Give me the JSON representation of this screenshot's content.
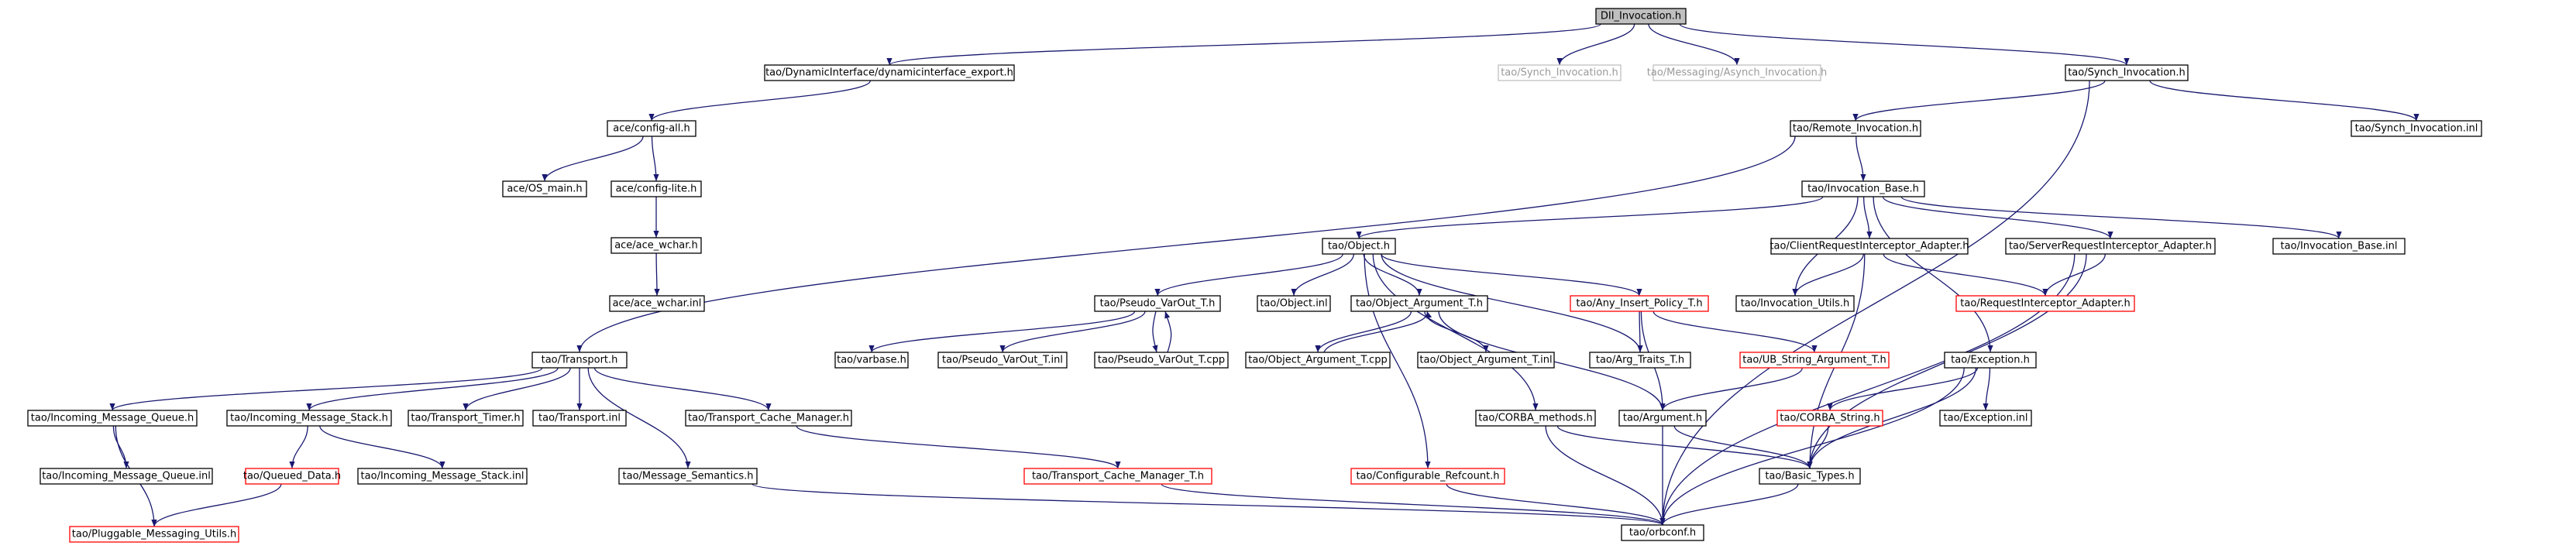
{
  "colors": {
    "edge": "#191970",
    "node_border": "#000000",
    "missing_border": "#ff0000",
    "greyed_border": "#bfbfbf",
    "root_fill": "#bfbfbf",
    "node_fill": "#ffffff"
  },
  "nodes": [
    {
      "id": "root",
      "label": "DII_Invocation.h",
      "kind": "root"
    },
    {
      "id": "dyn_export",
      "label": "tao/DynamicInterface/dynamicinterface_export.h",
      "kind": "normal"
    },
    {
      "id": "synch_inv_grey",
      "label": "tao/Synch_Invocation.h",
      "kind": "greyed"
    },
    {
      "id": "msg_async",
      "label": "tao/Messaging/Asynch_Invocation.h",
      "kind": "greyed"
    },
    {
      "id": "synch_inv",
      "label": "tao/Synch_Invocation.h",
      "kind": "normal"
    },
    {
      "id": "config_all",
      "label": "ace/config-all.h",
      "kind": "normal"
    },
    {
      "id": "remote_inv",
      "label": "tao/Remote_Invocation.h",
      "kind": "normal"
    },
    {
      "id": "synch_inv_inl",
      "label": "tao/Synch_Invocation.inl",
      "kind": "normal"
    },
    {
      "id": "os_main",
      "label": "ace/OS_main.h",
      "kind": "normal"
    },
    {
      "id": "config_lite",
      "label": "ace/config-lite.h",
      "kind": "normal"
    },
    {
      "id": "inv_base",
      "label": "tao/Invocation_Base.h",
      "kind": "normal"
    },
    {
      "id": "ace_wchar",
      "label": "ace/ace_wchar.h",
      "kind": "normal"
    },
    {
      "id": "ace_wchar_inl",
      "label": "ace/ace_wchar.inl",
      "kind": "normal"
    },
    {
      "id": "object_h",
      "label": "tao/Object.h",
      "kind": "normal"
    },
    {
      "id": "client_ria",
      "label": "tao/ClientRequestInterceptor_Adapter.h",
      "kind": "normal"
    },
    {
      "id": "server_ria",
      "label": "tao/ServerRequestInterceptor_Adapter.h",
      "kind": "normal"
    },
    {
      "id": "inv_base_inl",
      "label": "tao/Invocation_Base.inl",
      "kind": "normal"
    },
    {
      "id": "pseudo_varout",
      "label": "tao/Pseudo_VarOut_T.h",
      "kind": "normal"
    },
    {
      "id": "object_inl",
      "label": "tao/Object.inl",
      "kind": "normal"
    },
    {
      "id": "object_arg_t",
      "label": "tao/Object_Argument_T.h",
      "kind": "normal"
    },
    {
      "id": "any_insert",
      "label": "tao/Any_Insert_Policy_T.h",
      "kind": "missing"
    },
    {
      "id": "inv_utils",
      "label": "tao/Invocation_Utils.h",
      "kind": "normal"
    },
    {
      "id": "req_int_adapter",
      "label": "tao/RequestInterceptor_Adapter.h",
      "kind": "missing"
    },
    {
      "id": "varbase",
      "label": "tao/varbase.h",
      "kind": "normal"
    },
    {
      "id": "pseudo_varout_inl",
      "label": "tao/Pseudo_VarOut_T.inl",
      "kind": "normal"
    },
    {
      "id": "pseudo_varout_cpp",
      "label": "tao/Pseudo_VarOut_T.cpp",
      "kind": "normal"
    },
    {
      "id": "object_arg_cpp",
      "label": "tao/Object_Argument_T.cpp",
      "kind": "normal"
    },
    {
      "id": "object_arg_inl",
      "label": "tao/Object_Argument_T.inl",
      "kind": "normal"
    },
    {
      "id": "arg_traits",
      "label": "tao/Arg_Traits_T.h",
      "kind": "normal"
    },
    {
      "id": "ub_string",
      "label": "tao/UB_String_Argument_T.h",
      "kind": "missing"
    },
    {
      "id": "exception_h",
      "label": "tao/Exception.h",
      "kind": "normal"
    },
    {
      "id": "transport_h",
      "label": "tao/Transport.h",
      "kind": "normal"
    },
    {
      "id": "in_msg_queue",
      "label": "tao/Incoming_Message_Queue.h",
      "kind": "normal"
    },
    {
      "id": "in_msg_stack",
      "label": "tao/Incoming_Message_Stack.h",
      "kind": "normal"
    },
    {
      "id": "transport_timer",
      "label": "tao/Transport_Timer.h",
      "kind": "normal"
    },
    {
      "id": "transport_inl",
      "label": "tao/Transport.inl",
      "kind": "normal"
    },
    {
      "id": "transport_cache_mgr",
      "label": "tao/Transport_Cache_Manager.h",
      "kind": "normal"
    },
    {
      "id": "corba_methods",
      "label": "tao/CORBA_methods.h",
      "kind": "normal"
    },
    {
      "id": "argument_h",
      "label": "tao/Argument.h",
      "kind": "normal"
    },
    {
      "id": "corba_string",
      "label": "tao/CORBA_String.h",
      "kind": "missing"
    },
    {
      "id": "exception_inl",
      "label": "tao/Exception.inl",
      "kind": "normal"
    },
    {
      "id": "in_msg_queue_inl",
      "label": "tao/Incoming_Message_Queue.inl",
      "kind": "normal"
    },
    {
      "id": "queued_data",
      "label": "tao/Queued_Data.h",
      "kind": "missing"
    },
    {
      "id": "in_msg_stack_inl",
      "label": "tao/Incoming_Message_Stack.inl",
      "kind": "normal"
    },
    {
      "id": "msg_semantics",
      "label": "tao/Message_Semantics.h",
      "kind": "normal"
    },
    {
      "id": "transport_cache_mgr_t",
      "label": "tao/Transport_Cache_Manager_T.h",
      "kind": "missing"
    },
    {
      "id": "configurable_refcount",
      "label": "tao/Configurable_Refcount.h",
      "kind": "missing"
    },
    {
      "id": "basic_types",
      "label": "tao/Basic_Types.h",
      "kind": "normal"
    },
    {
      "id": "pluggable_msg_utils",
      "label": "tao/Pluggable_Messaging_Utils.h",
      "kind": "missing"
    },
    {
      "id": "orbconf",
      "label": "tao/orbconf.h",
      "kind": "normal"
    }
  ],
  "edges": [
    [
      "root",
      "dyn_export"
    ],
    [
      "root",
      "synch_inv_grey"
    ],
    [
      "root",
      "msg_async"
    ],
    [
      "root",
      "synch_inv"
    ],
    [
      "dyn_export",
      "config_all"
    ],
    [
      "config_all",
      "os_main"
    ],
    [
      "config_all",
      "config_lite"
    ],
    [
      "config_lite",
      "ace_wchar"
    ],
    [
      "ace_wchar",
      "ace_wchar_inl"
    ],
    [
      "synch_inv",
      "remote_inv"
    ],
    [
      "synch_inv",
      "synch_inv_inl"
    ],
    [
      "synch_inv",
      "orbconf"
    ],
    [
      "remote_inv",
      "inv_base"
    ],
    [
      "remote_inv",
      "transport_h"
    ],
    [
      "inv_base",
      "object_h"
    ],
    [
      "inv_base",
      "client_ria"
    ],
    [
      "inv_base",
      "server_ria"
    ],
    [
      "inv_base",
      "inv_base_inl"
    ],
    [
      "inv_base",
      "inv_utils"
    ],
    [
      "inv_base",
      "exception_h"
    ],
    [
      "object_h",
      "pseudo_varout"
    ],
    [
      "object_h",
      "object_inl"
    ],
    [
      "object_h",
      "object_arg_t"
    ],
    [
      "object_h",
      "any_insert"
    ],
    [
      "object_h",
      "arg_traits"
    ],
    [
      "object_h",
      "corba_methods"
    ],
    [
      "object_h",
      "configurable_refcount"
    ],
    [
      "pseudo_varout",
      "varbase"
    ],
    [
      "pseudo_varout",
      "pseudo_varout_inl"
    ],
    [
      "pseudo_varout",
      "pseudo_varout_cpp"
    ],
    [
      "pseudo_varout_cpp",
      "pseudo_varout"
    ],
    [
      "object_arg_t",
      "object_arg_cpp"
    ],
    [
      "object_arg_cpp",
      "object_arg_t"
    ],
    [
      "object_arg_t",
      "object_arg_inl"
    ],
    [
      "object_arg_t",
      "argument_h"
    ],
    [
      "any_insert",
      "arg_traits"
    ],
    [
      "any_insert",
      "ub_string"
    ],
    [
      "any_insert",
      "argument_h"
    ],
    [
      "ub_string",
      "argument_h"
    ],
    [
      "client_ria",
      "inv_utils"
    ],
    [
      "client_ria",
      "req_int_adapter"
    ],
    [
      "client_ria",
      "basic_types"
    ],
    [
      "server_ria",
      "req_int_adapter"
    ],
    [
      "server_ria",
      "basic_types"
    ],
    [
      "server_ria",
      "orbconf"
    ],
    [
      "exception_h",
      "corba_string"
    ],
    [
      "exception_h",
      "exception_inl"
    ],
    [
      "exception_h",
      "basic_types"
    ],
    [
      "exception_h",
      "orbconf"
    ],
    [
      "corba_string",
      "basic_types"
    ],
    [
      "argument_h",
      "basic_types"
    ],
    [
      "argument_h",
      "orbconf"
    ],
    [
      "corba_methods",
      "basic_types"
    ],
    [
      "corba_methods",
      "orbconf"
    ],
    [
      "basic_types",
      "orbconf"
    ],
    [
      "transport_h",
      "in_msg_queue"
    ],
    [
      "transport_h",
      "in_msg_stack"
    ],
    [
      "transport_h",
      "transport_timer"
    ],
    [
      "transport_h",
      "transport_inl"
    ],
    [
      "transport_h",
      "transport_cache_mgr"
    ],
    [
      "transport_h",
      "msg_semantics"
    ],
    [
      "in_msg_queue",
      "in_msg_queue_inl"
    ],
    [
      "in_msg_queue",
      "pluggable_msg_utils"
    ],
    [
      "in_msg_stack",
      "queued_data"
    ],
    [
      "in_msg_stack",
      "in_msg_stack_inl"
    ],
    [
      "queued_data",
      "pluggable_msg_utils"
    ],
    [
      "transport_cache_mgr",
      "transport_cache_mgr_t"
    ],
    [
      "transport_cache_mgr_t",
      "orbconf"
    ],
    [
      "configurable_refcount",
      "orbconf"
    ],
    [
      "msg_semantics",
      "orbconf"
    ]
  ]
}
